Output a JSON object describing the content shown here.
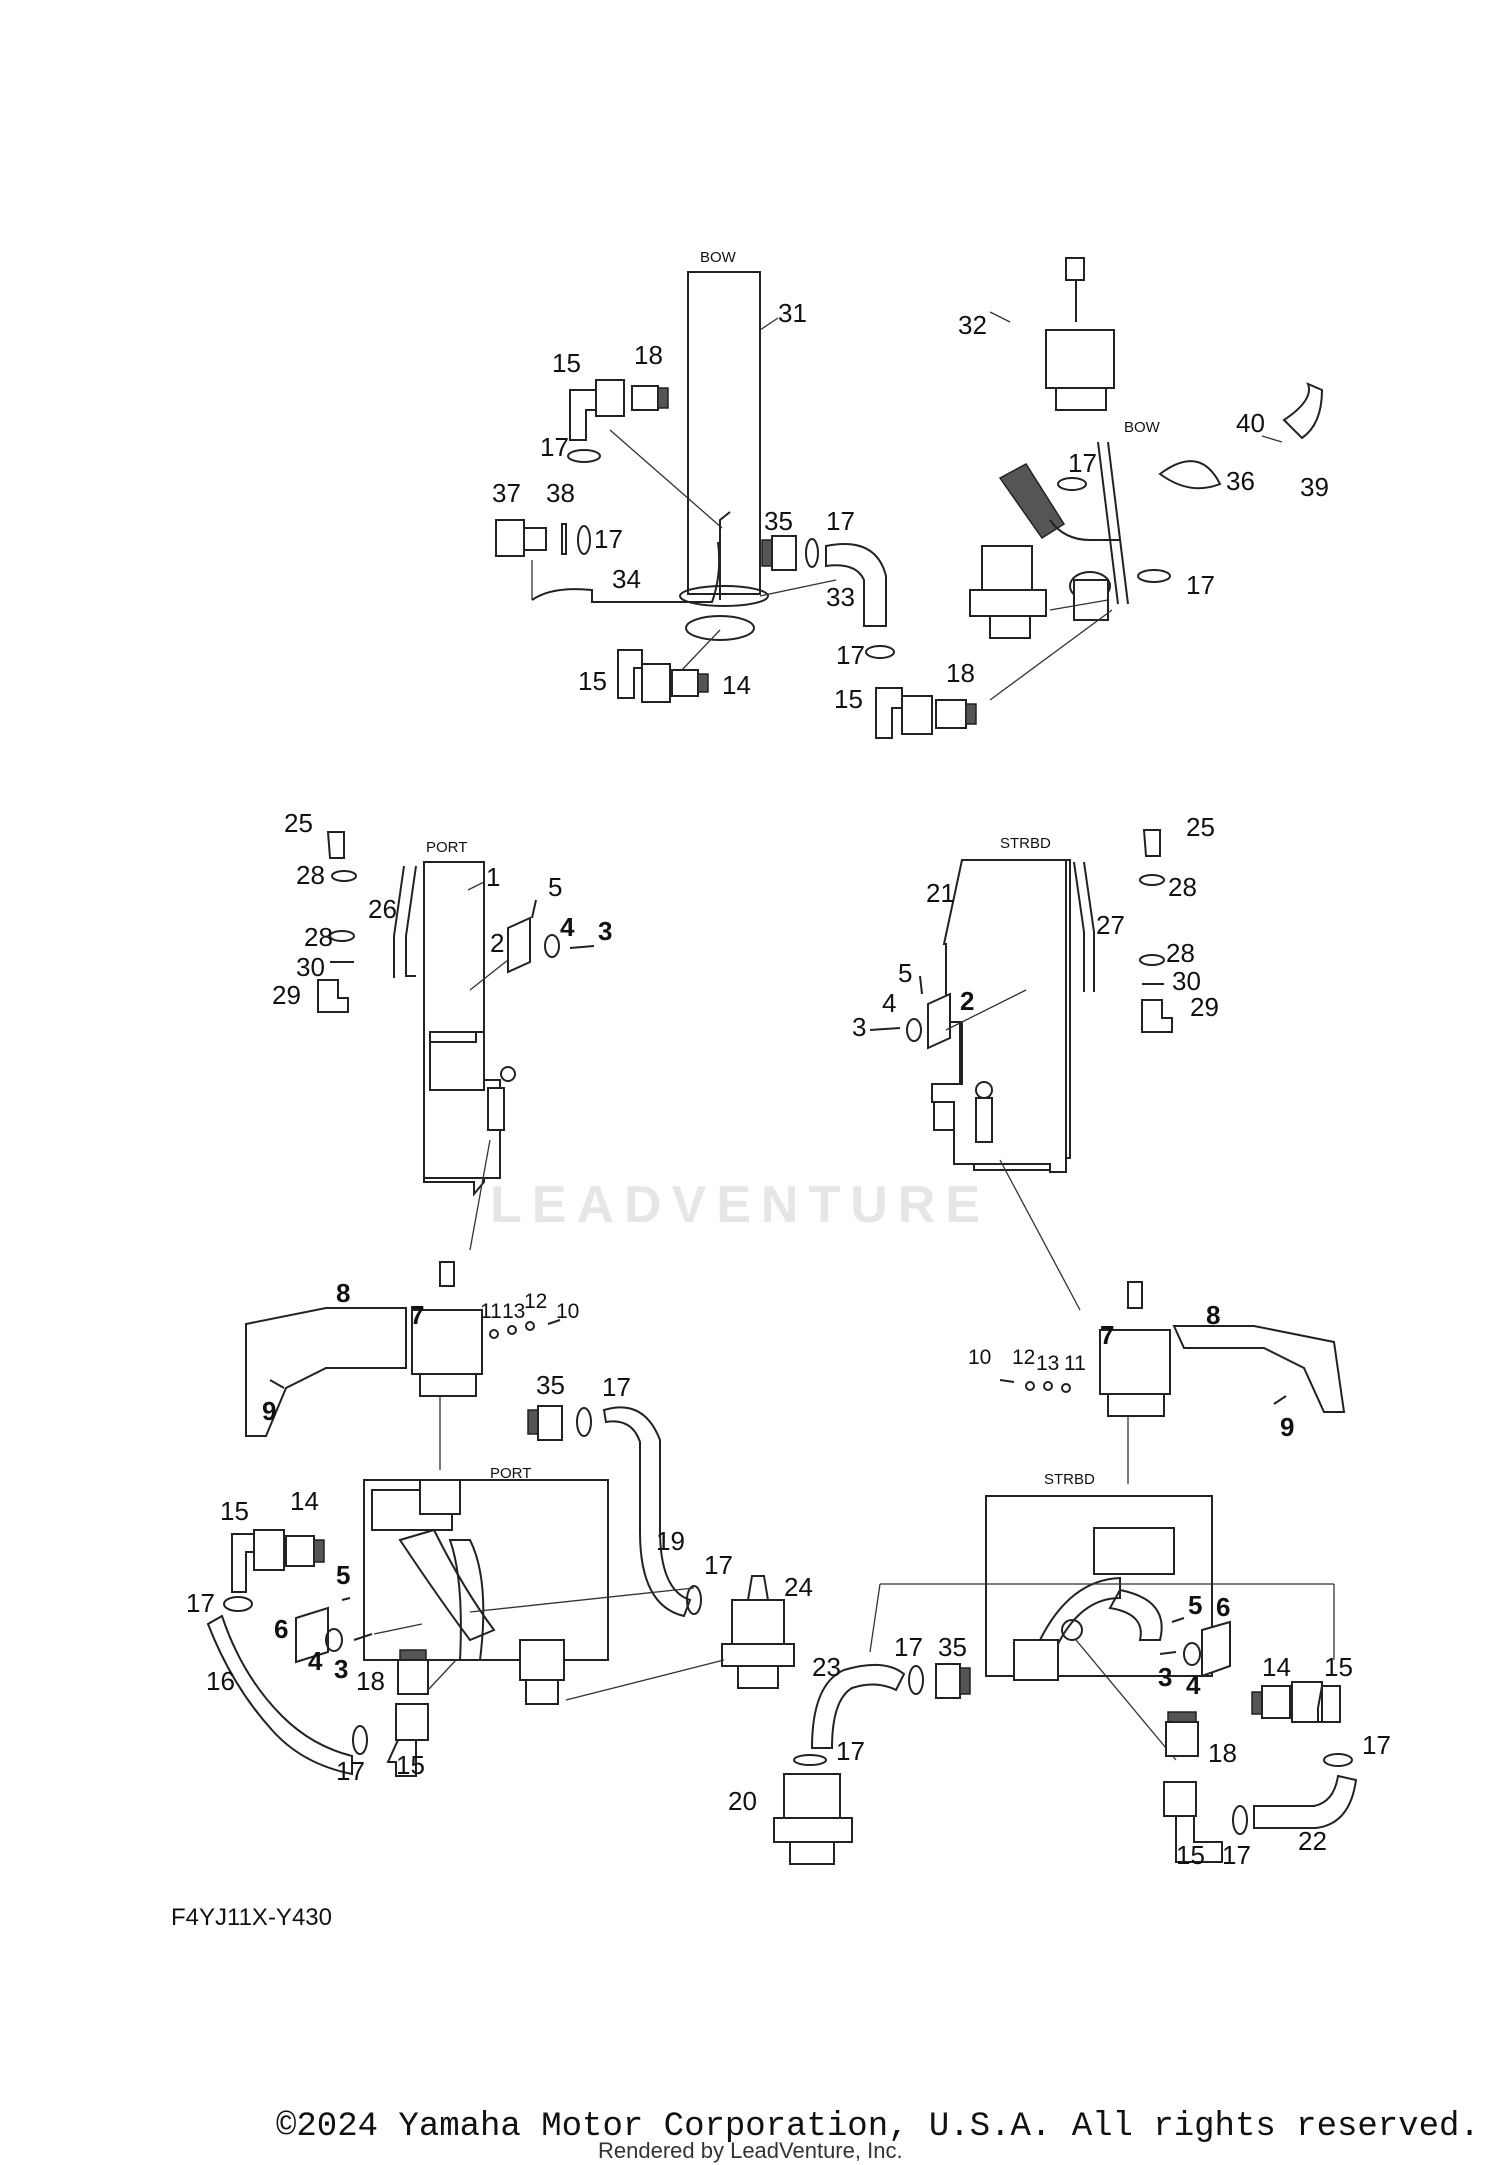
{
  "labels": {
    "bow_top": "BOW",
    "bow_right": "BOW",
    "port_top": "PORT",
    "strbd_top": "STRBD",
    "port_bottom": "PORT",
    "strbd_bottom": "STRBD"
  },
  "callouts": {
    "c31": "31",
    "c15a": "15",
    "c18a": "18",
    "c17a": "17",
    "c37": "37",
    "c38": "38",
    "c17b": "17",
    "c35a": "35",
    "c17c": "17",
    "c33": "33",
    "c34": "34",
    "c17d": "17",
    "c15b": "15",
    "c14a": "14",
    "c32": "32",
    "c17e": "17",
    "c36": "36",
    "c40": "40",
    "c39": "39",
    "c17f": "17",
    "c15c": "15",
    "c18b": "18",
    "c25a": "25",
    "c28a": "28",
    "c26": "26",
    "c28b": "28",
    "c30a": "30",
    "c29a": "29",
    "c1": "1",
    "c5a": "5",
    "c2a": "2",
    "c4a": "4",
    "c3a": "3",
    "c21": "21",
    "c25b": "25",
    "c28c": "28",
    "c27": "27",
    "c28d": "28",
    "c30b": "30",
    "c29b": "29",
    "c5b": "5",
    "c2b": "2",
    "c4b": "4",
    "c3b": "3",
    "c8a": "8",
    "c7a": "7",
    "c9a": "9",
    "c11a": "11",
    "c13a": "13",
    "c12a": "12",
    "c10a": "10",
    "c35b": "35",
    "c17g": "17",
    "c19": "19",
    "c17h": "17",
    "c24": "24",
    "c15d": "15",
    "c14b": "14",
    "c17i": "17",
    "c5c": "5",
    "c6a": "6",
    "c4c": "4",
    "c3c": "3",
    "c16": "16",
    "c18c": "18",
    "c17j": "17",
    "c15e": "15",
    "c10b": "10",
    "c12b": "12",
    "c13b": "13",
    "c11b": "11",
    "c7b": "7",
    "c8b": "8",
    "c9b": "9",
    "c23": "23",
    "c17k": "17",
    "c35c": "35",
    "c5d": "5",
    "c6b": "6",
    "c3d": "3",
    "c4d": "4",
    "c14c": "14",
    "c15f": "15",
    "c17l": "17",
    "c17m": "17",
    "c20": "20",
    "c18d": "18",
    "c15g": "15",
    "c17n": "17",
    "c22": "22"
  },
  "diagram_code": "F4YJ11X-Y430",
  "watermark": "LEADVENTURE",
  "copyright": "©2024 Yamaha Motor Corporation, U.S.A. All rights reserved.",
  "rendered_by": "Rendered by LeadVenture, Inc."
}
